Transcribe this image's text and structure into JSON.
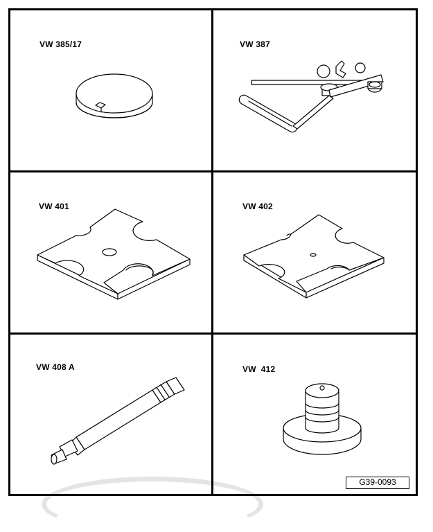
{
  "tools": [
    {
      "label": "VW 385/17",
      "icon": "thrust-disc-icon"
    },
    {
      "label": "VW 387",
      "icon": "gauge-holder-icon"
    },
    {
      "label": "VW 401",
      "icon": "support-plate-icon"
    },
    {
      "label": "VW 402",
      "icon": "support-plate-icon"
    },
    {
      "label": "VW 408 A",
      "icon": "drift-pin-icon"
    },
    {
      "label": "VW  412",
      "icon": "pressure-piece-icon"
    }
  ],
  "figure_code": "G39-0093"
}
